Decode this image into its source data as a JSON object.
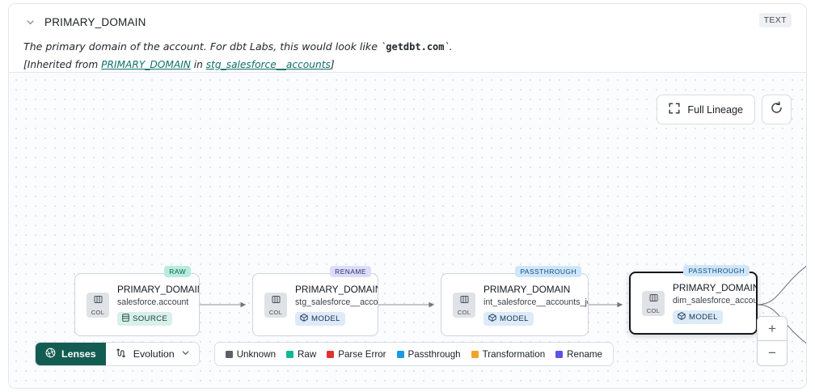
{
  "header": {
    "chevron_icon": "chevron-down-icon",
    "column_name": "PRIMARY_DOMAIN",
    "type_badge": "TEXT",
    "description_pre": "The primary domain of the account. For dbt Labs, this would look like `",
    "description_code": "getdbt.com",
    "description_post": "`.",
    "inherited_prefix": "[Inherited from ",
    "inherited_link1": "PRIMARY_DOMAIN",
    "inherited_mid": " in ",
    "inherited_link2": "stg_salesforce__accounts",
    "inherited_suffix": "]"
  },
  "controls": {
    "full_lineage_label": "Full Lineage",
    "full_lineage_icon": "expand-corners-icon",
    "refresh_icon": "refresh-icon",
    "zoom_in_label": "+",
    "zoom_out_label": "−"
  },
  "graph": {
    "nodes": [
      {
        "tag": "RAW",
        "tag_class": "tag-raw",
        "badge": "COL",
        "name": "PRIMARY_DOMAIN__C",
        "subtitle": "salesforce.account",
        "kind": "SOURCE",
        "kind_class": "kind-source",
        "kind_icon": "database-icon",
        "selected": false
      },
      {
        "tag": "RENAME",
        "tag_class": "tag-rename",
        "badge": "COL",
        "name": "PRIMARY_DOMAIN",
        "subtitle": "stg_salesforce__accounts",
        "kind": "MODEL",
        "kind_class": "kind-model",
        "kind_icon": "cube-icon",
        "selected": false
      },
      {
        "tag": "PASSTHROUGH",
        "tag_class": "tag-passthrough",
        "badge": "COL",
        "name": "PRIMARY_DOMAIN",
        "subtitle": "int_salesforce__accounts_joined",
        "kind": "MODEL",
        "kind_class": "kind-model",
        "kind_icon": "cube-icon",
        "selected": false
      },
      {
        "tag": "PASSTHROUGH",
        "tag_class": "tag-passthrough",
        "badge": "COL",
        "name": "PRIMARY_DOMAIN",
        "subtitle": "dim_salesforce_accounts",
        "kind": "MODEL",
        "kind_class": "kind-model",
        "kind_icon": "cube-icon",
        "selected": true
      }
    ]
  },
  "toolbar": {
    "lenses_label": "Lenses",
    "lenses_icon": "aperture-icon",
    "evolution_label": "Evolution",
    "evolution_icon": "evolution-arrows-icon",
    "evolution_chevron_icon": "chevron-down-icon"
  },
  "legend": {
    "items": [
      {
        "label": "Unknown",
        "color": "#5a6067"
      },
      {
        "label": "Raw",
        "color": "#12b894"
      },
      {
        "label": "Parse Error",
        "color": "#e0322f"
      },
      {
        "label": "Passthrough",
        "color": "#1a9ae0"
      },
      {
        "label": "Transformation",
        "color": "#f0a426"
      },
      {
        "label": "Rename",
        "color": "#5a54e8"
      }
    ]
  }
}
